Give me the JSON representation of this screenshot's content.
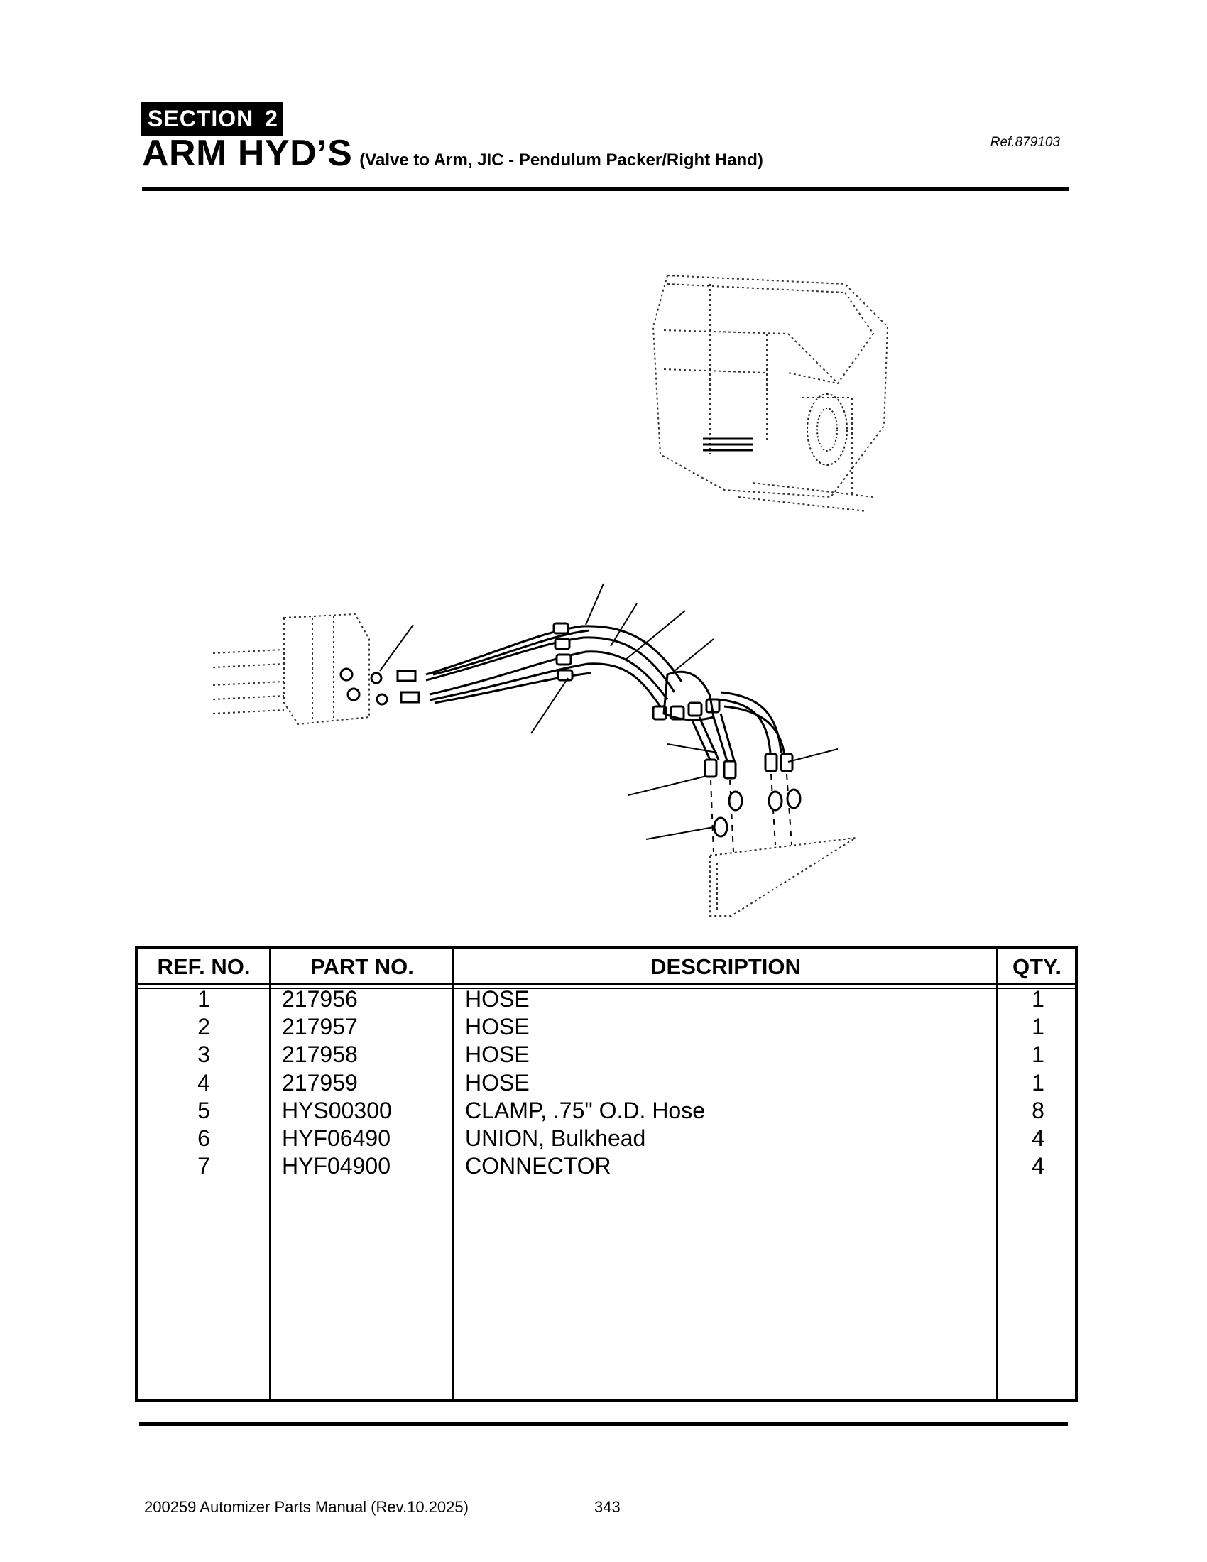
{
  "header": {
    "section": "SECTION  2",
    "title": "ARM HYD’S",
    "subtitle": "(Valve to Arm, JIC - Pendulum Packer/Right Hand)",
    "ref": "Ref.879103"
  },
  "table": {
    "columns": [
      "REF. NO.",
      "PART NO.",
      "DESCRIPTION",
      "QTY."
    ],
    "rows": [
      {
        "ref": "1",
        "part": "217956",
        "desc": "HOSE",
        "qty": "1"
      },
      {
        "ref": "2",
        "part": "217957",
        "desc": "HOSE",
        "qty": "1"
      },
      {
        "ref": "3",
        "part": "217958",
        "desc": "HOSE",
        "qty": "1"
      },
      {
        "ref": "4",
        "part": "217959",
        "desc": "HOSE",
        "qty": "1"
      },
      {
        "ref": "5",
        "part": "HYS00300",
        "desc": "CLAMP, .75\" O.D. Hose",
        "qty": "8"
      },
      {
        "ref": "6",
        "part": "HYF06490",
        "desc": "UNION, Bulkhead",
        "qty": "4"
      },
      {
        "ref": "7",
        "part": "HYF04900",
        "desc": "CONNECTOR",
        "qty": "4"
      }
    ]
  },
  "footer": {
    "manual": "200259 Automizer Parts Manual (Rev.10.2025)",
    "page": "343"
  }
}
